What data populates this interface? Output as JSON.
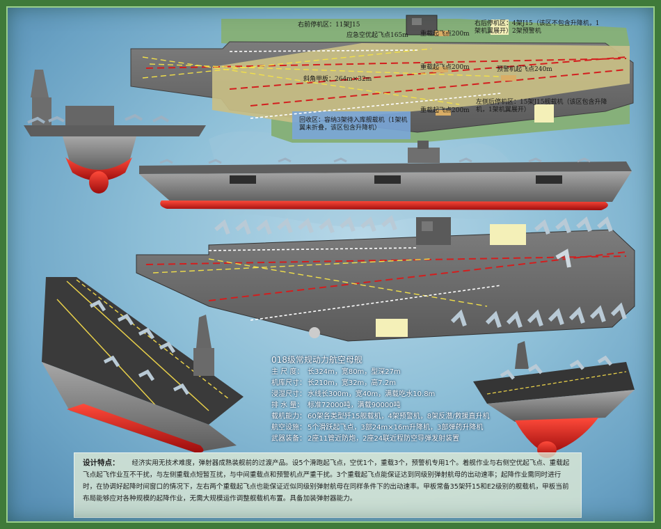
{
  "diagram_title": "018级常规动力航空母舰",
  "deck_labels": {
    "right_front_parking": "右前停机区：11架J15",
    "emergency_takeoff": "应急空优起飞点165m",
    "heavy_takeoff_top": "重载起飞点200m",
    "right_rear_parking": "右后停机区：4架J15（该区不包含升降机，1架机翼展开）2架预警机",
    "heavy_takeoff_mid": "重载起飞点200m",
    "aew_takeoff": "预警机起飞点240m",
    "angled_deck": "斜角甲板：264m×32m",
    "left_rear_parking": "左侧后停机区：15架J15舰载机（该区包含升降机，1架机翼展开）",
    "heavy_takeoff_bottom": "重载起飞点200m",
    "recovery_zone": "回收区：容纳3架待入库舰载机（1架机翼未折叠，该区包含升降机）"
  },
  "specs": [
    {
      "key": "主 尺 度：",
      "value": "长324m，宽80m，型深27m"
    },
    {
      "key": "机库尺寸：",
      "value": "长210m，宽32m，高7.2m"
    },
    {
      "key": "浸湿尺寸：",
      "value": "水线长300m，宽40m，满载吃水10.8m"
    },
    {
      "key": "排 水 量：",
      "value": "标准72000吨，满载90000吨"
    },
    {
      "key": "载机能力：",
      "value": "60架各类型歼15舰载机，4架预警机，8架反潜/救援直升机"
    },
    {
      "key": "航空设施：",
      "value": "5个滑跃起飞点，3部24m×16m升降机，3部弹药升降机"
    },
    {
      "key": "武器装备：",
      "value": "2座11管近防炮，2座24联近程防空导弹发射装置"
    }
  ],
  "design": {
    "heading": "设计特点：",
    "body": "经济实用无技术难度，弹射器成熟装舰前的过渡产品。设5个滑跑起飞点，空优1个，重载3个，预警机专用1个。着舰作业与右侧空优起飞点、重载起飞点起飞作业互不干扰，与左侧重载点短暂互扰，与中间重载点和预警机点严重干扰。3个重载起飞点能保证达到同级别弹射航母的出动速率；起降作业需同时进行时，在协调好起降时间窗口的情况下，左右两个重载起飞点也能保证近似同级别弹射航母在同样条件下的出动速率。甲板常备35架歼15和E2级别的舰载机，甲板当前布局能够应对各种规模的起降作业，无需大规模运作调整舰载机布置。具备加装弹射器能力。"
  },
  "colors": {
    "frame": "#3f7a3a",
    "deck_gray": "#6e6e6e",
    "angled_deck": "#c9bf86",
    "parking_green": "#86b07a",
    "hull_red": "#d21e1e",
    "hull_gray": "#8a8a8a",
    "recovery_blue": "#7aa6d8",
    "highlight_yellow": "#f4f0b8"
  }
}
